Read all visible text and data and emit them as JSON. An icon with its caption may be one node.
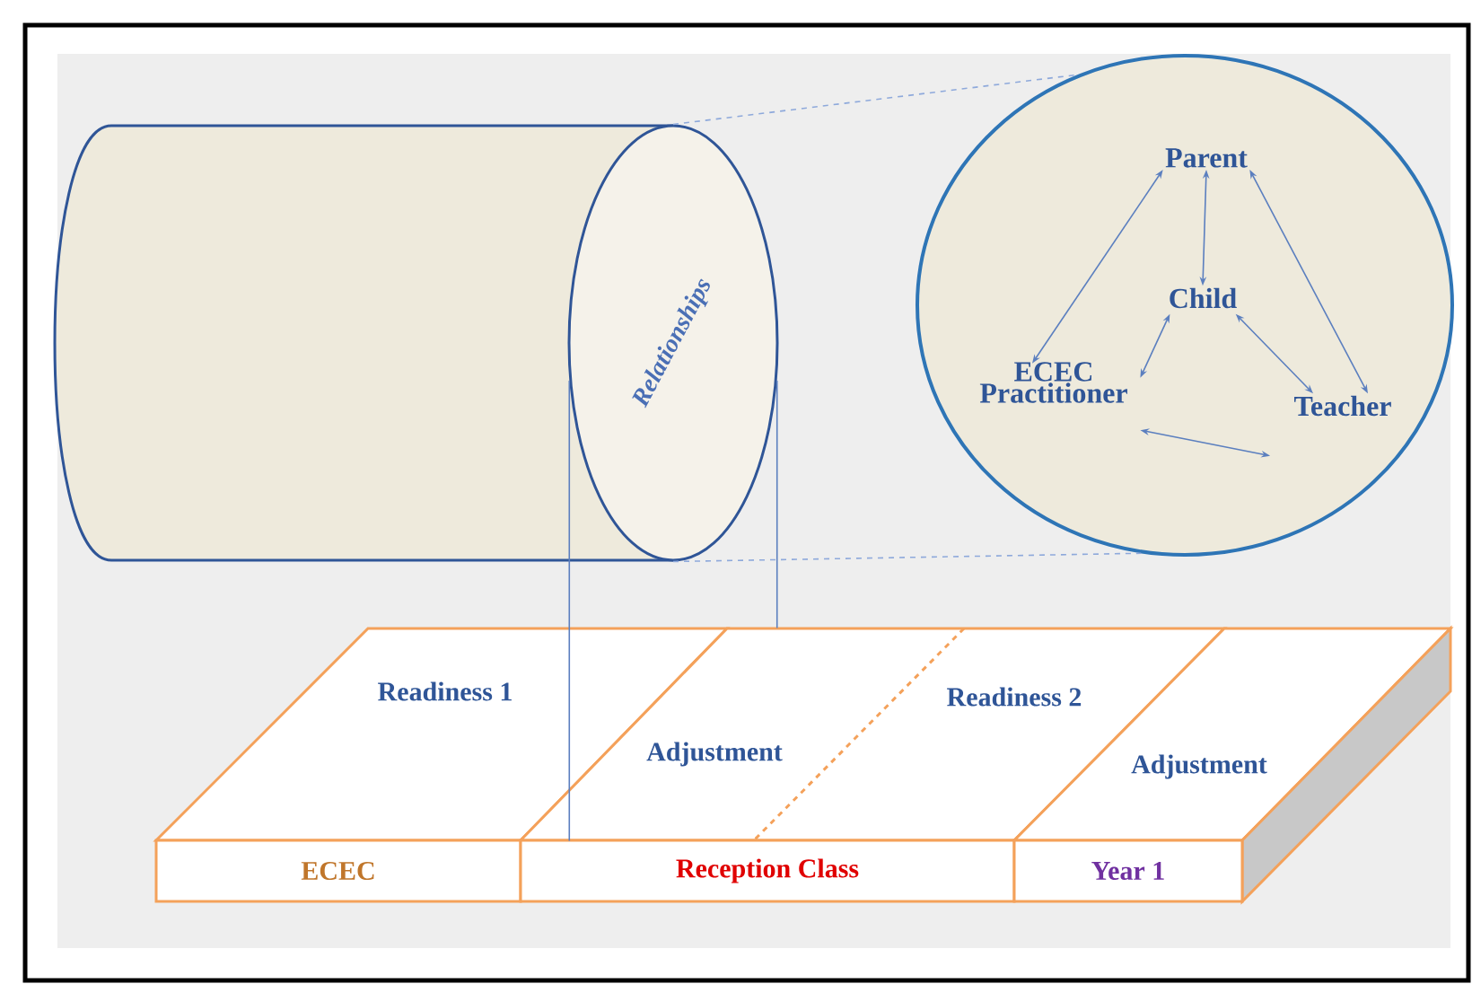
{
  "diagram": {
    "nodes": [
      {
        "text": [
          "Relationships"
        ]
      },
      {
        "text": [],
        "shape": "circle"
      },
      {
        "text": [
          "Parent"
        ],
        "in": 1
      },
      {
        "text": [
          "Child"
        ],
        "in": 1
      },
      {
        "text": [
          "ECEC Practitioner"
        ],
        "in": 1
      },
      {
        "text": [
          "Teacher"
        ],
        "in": 1
      },
      {
        "text": [
          "Readiness 1"
        ]
      },
      {
        "text": [
          "Adjustment",
          "Readiness 2"
        ]
      },
      {
        "text": [
          "Adjustment"
        ]
      },
      {
        "text": [
          "ECEC"
        ]
      },
      {
        "text": [
          "Reception Class"
        ]
      },
      {
        "text": [
          "Year 1"
        ]
      }
    ],
    "edges": [
      {
        "from": 0,
        "to": 1,
        "arrow": "none",
        "style": "dashed",
        "color": "#8ea9db"
      },
      {
        "from": 0,
        "to": 1,
        "arrow": "none",
        "style": "dashed",
        "color": "#8ea9db"
      },
      {
        "from": 2,
        "to": 4,
        "arrow": "both"
      },
      {
        "from": 2,
        "to": 3,
        "arrow": "both"
      },
      {
        "from": 2,
        "to": 5,
        "arrow": "both"
      },
      {
        "from": 3,
        "to": 4,
        "arrow": "both"
      },
      {
        "from": 3,
        "to": 5,
        "arrow": "both"
      },
      {
        "from": 4,
        "to": 5,
        "arrow": "both"
      },
      {
        "from": 0,
        "to": 7,
        "arrow": "none"
      },
      {
        "from": 0,
        "to": 7,
        "arrow": "none"
      }
    ]
  }
}
